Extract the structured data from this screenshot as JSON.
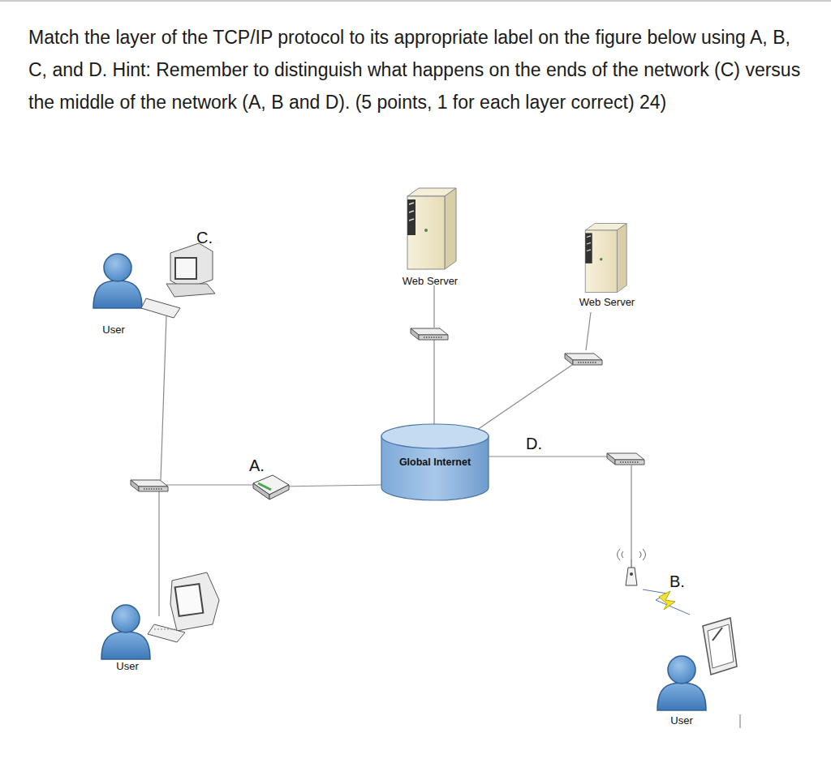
{
  "diagram": {
    "nodes": [
      {
        "text": [
          "Web Server"
        ]
      },
      {
        "text": [
          "User"
        ]
      },
      {
        "text": [
          "Web Server"
        ]
      },
      {
        "text": [
          "Global Internet"
        ]
      },
      {
        "text": [
          "User"
        ]
      },
      {
        "text": [
          "User"
        ]
      }
    ],
    "labels": [
      "Match the layer of the TCP/IP protocol to its appropriate label on the figure below using A, B, C, and D. Hint: Remember to distinguish what happens on the ends of the network (C) versus the middle of the network (A, B and D). (5 points, 1 for each layer correct) 24)",
      "C.",
      "A.",
      "D.",
      "B."
    ]
  }
}
